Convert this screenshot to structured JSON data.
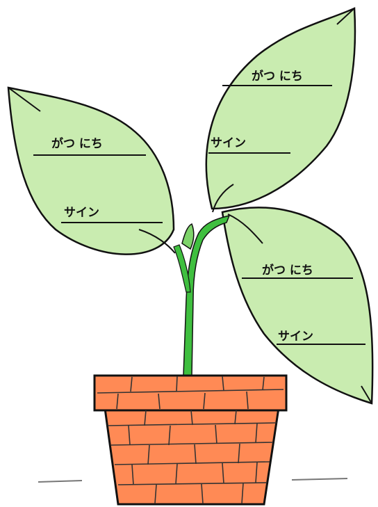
{
  "worksheet": {
    "leaves": [
      {
        "date_label": "がつ にち",
        "sign_label": "サイン"
      },
      {
        "date_label": "がつ にち",
        "sign_label": "サイン"
      },
      {
        "date_label": "がつ にち",
        "sign_label": "サイン"
      }
    ]
  },
  "colors": {
    "leaf": "#c9ecb0",
    "stem": "#3fbf3f",
    "pot": "#ff8a55",
    "outline": "#111111",
    "background": "#ffffff"
  }
}
